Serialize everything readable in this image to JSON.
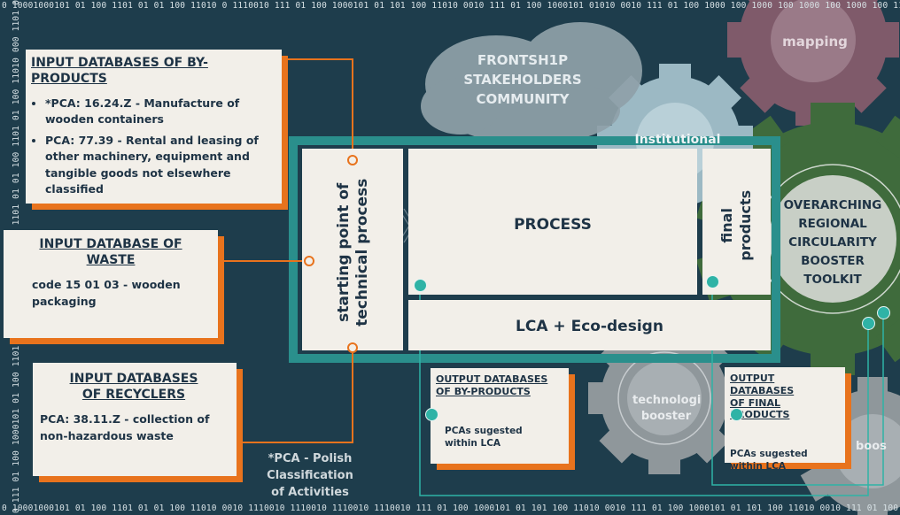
{
  "binary": {
    "top": "0 10001000101 01 100 1101 01 01 100 11010 0 1110010 111 01 100 1000101 01 101 100 11010 0010 111 01 100 1000101 01010 0010 111 01 100 1000 100 1000 100 1000 100 1000 100 110",
    "bottom": "0 10001000101 01 100 1101 01 01 100 11010 0010 1110010 1110010 1110010 1110010 111 01 100 1000101 01 101 100 11010 0010 111 01 100 1000101 01 101 100 11010 0010 111 01 100 10 01",
    "left": "0 111 01 100 1000101 01 100 1101 01 100 1000101 01 100 1101 01 01 100 1101 01 100 11010 000 1101 001 101"
  },
  "cards": {
    "byproducts_in": {
      "title": "INPUT DATABASES OF BY-PRODUCTS",
      "items": [
        "*PCA: 16.24.Z - Manufacture of wooden containers",
        "PCA: 77.39 - Rental and leasing of other machinery, equipment and tangible goods not elsewhere classified"
      ]
    },
    "waste_in": {
      "title_line1": "INPUT DATABASE OF",
      "title_line2": "WASTE",
      "body": "code 15 01 03 - wooden packaging"
    },
    "recyclers_in": {
      "title_line1": "INPUT DATABASES",
      "title_line2": "OF RECYCLERS",
      "body": "PCA: 38.11.Z - collection of non-hazardous waste"
    },
    "byproducts_out": {
      "title_line1": "OUTPUT DATABASES",
      "title_line2": "OF BY-PRODUCTS",
      "body": "PCAs sugested within LCA"
    },
    "final_out": {
      "title_line1": "OUTPUT DATABASES",
      "title_line2": "OF FINAL PRODUCTS",
      "body": "PCAs sugested within LCA"
    }
  },
  "flow": {
    "start_line1": "starting point of",
    "start_line2": "technical process",
    "process": "PROCESS",
    "final_line1": "final",
    "final_line2": "products",
    "lca": "LCA + Eco-design"
  },
  "gears": {
    "mapping": "mapping",
    "institutional": "Institutional",
    "technology_line1": "technologi",
    "technology_line2": "booster",
    "boos": "boos"
  },
  "cloud": {
    "line1": "FRONTSH1P",
    "line2": "STAKEHOLDERS",
    "line3": "COMMUNITY"
  },
  "toolkit": {
    "line1": "OVERARCHING",
    "line2": "REGIONAL",
    "line3": "CIRCULARITY",
    "line4": "BOOSTER",
    "line5": "TOOLKIT"
  },
  "note": {
    "line1": "*PCA - Polish",
    "line2": "Classification",
    "line3": "of Activities"
  },
  "colors": {
    "background": "#1e3d4c",
    "teal": "#2a8f8c",
    "dot": "#2fb3a6",
    "orange": "#e8731d",
    "card": "#f2efe9",
    "text": "#1e3345"
  }
}
